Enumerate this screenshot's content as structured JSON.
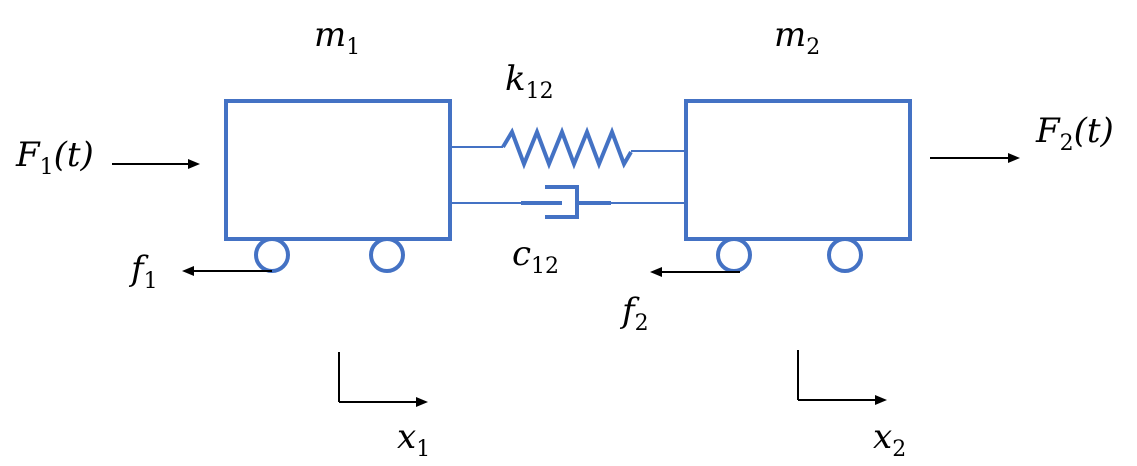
{
  "colors": {
    "structure": "#4472c4",
    "arrows": "#000000",
    "text": "#000000"
  },
  "labels": {
    "mass1": {
      "main": "m",
      "sub": "1"
    },
    "mass2": {
      "main": "m",
      "sub": "2"
    },
    "spring": {
      "main": "k",
      "sub": "12"
    },
    "damper": {
      "main": "c",
      "sub": "12"
    },
    "force1": {
      "main": "F",
      "sub": "1",
      "suffix": "(t)"
    },
    "force2": {
      "main": "F",
      "sub": "2",
      "suffix": "(t)"
    },
    "friction1": {
      "main": "f",
      "sub": "1"
    },
    "friction2": {
      "main": "f",
      "sub": "2"
    },
    "disp1": {
      "main": "x",
      "sub": "1"
    },
    "disp2": {
      "main": "x",
      "sub": "2"
    }
  }
}
